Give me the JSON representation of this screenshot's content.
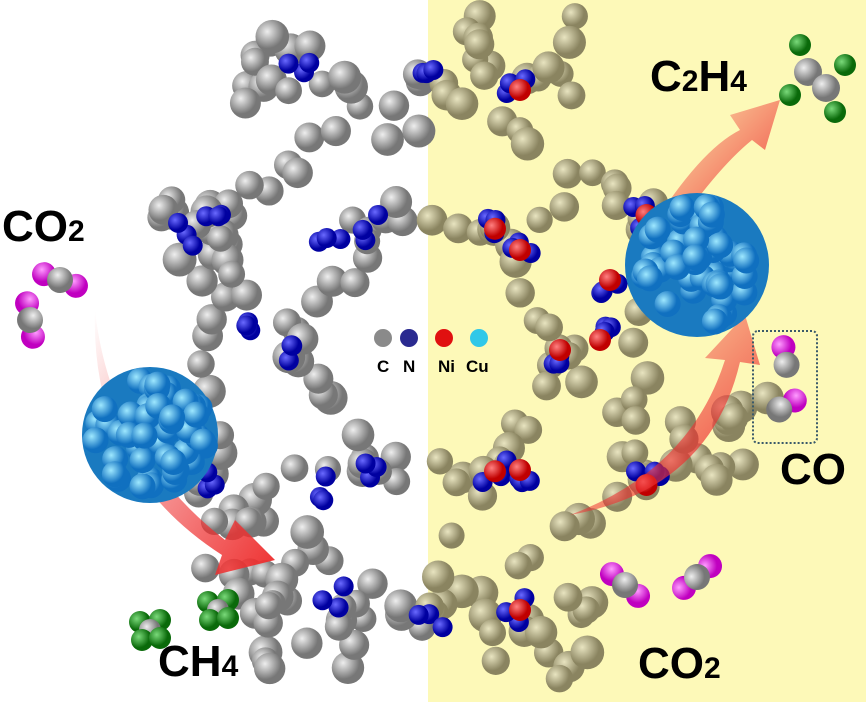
{
  "labels": {
    "c2h4": {
      "main": "C",
      "sub1": "2",
      "mid": "H",
      "sub2": "4"
    },
    "co2_left": {
      "main": "CO",
      "sub": "2"
    },
    "ch4": {
      "main": "CH",
      "sub": "4"
    },
    "co2_right": {
      "main": "CO",
      "sub": "2"
    },
    "co": "CO"
  },
  "legend": [
    {
      "label": "C",
      "color": "#8a8a8a"
    },
    {
      "label": "N",
      "color": "#2a2a90"
    },
    {
      "label": "Ni",
      "color": "#e01010"
    },
    {
      "label": "Cu",
      "color": "#30c8e8"
    }
  ],
  "colors": {
    "background_right": "#fdf9b8",
    "framework_left": "#9a9a9a",
    "framework_right": "#b4ae88",
    "cu_cluster": "#2a9ad8",
    "arrow": "#ee3030",
    "oxygen": "#e020e0",
    "hydrogen": "#1a8a1a"
  }
}
